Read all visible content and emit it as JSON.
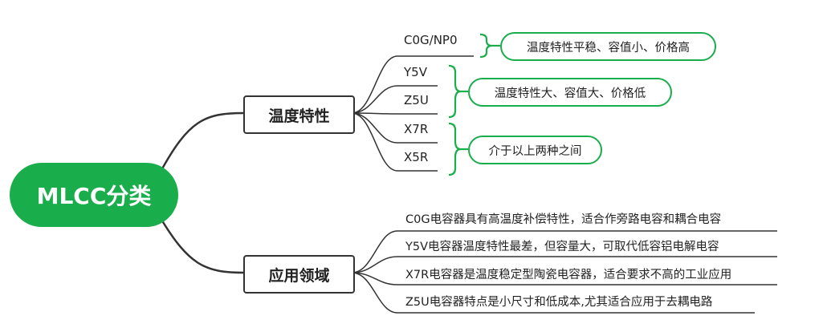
{
  "root": {
    "label": "MLCC分类"
  },
  "branches": [
    {
      "label": "温度特性"
    },
    {
      "label": "应用领域"
    }
  ],
  "temperature": {
    "items": [
      "C0G/NP0",
      "Y5V",
      "Z5U",
      "X7R",
      "X5R"
    ],
    "notes": [
      "温度特性平稳、容值小、价格高",
      "温度特性大、容值大、价格低",
      "介于以上两种之间"
    ]
  },
  "application": {
    "items": [
      "C0G电容器具有高温度补偿特性，适合作旁路电容和耦合电容",
      "Y5V电容器温度特性最差，但容量大，可取代低容铝电解电容",
      "X7R电容器是温度稳定型陶瓷电容器，适合要求不高的工业应用",
      "Z5U电容器特点是小尺寸和低成本,尤其适合应用于去耦电路"
    ]
  },
  "colors": {
    "accent": "#1aad4b",
    "line": "#333333"
  }
}
